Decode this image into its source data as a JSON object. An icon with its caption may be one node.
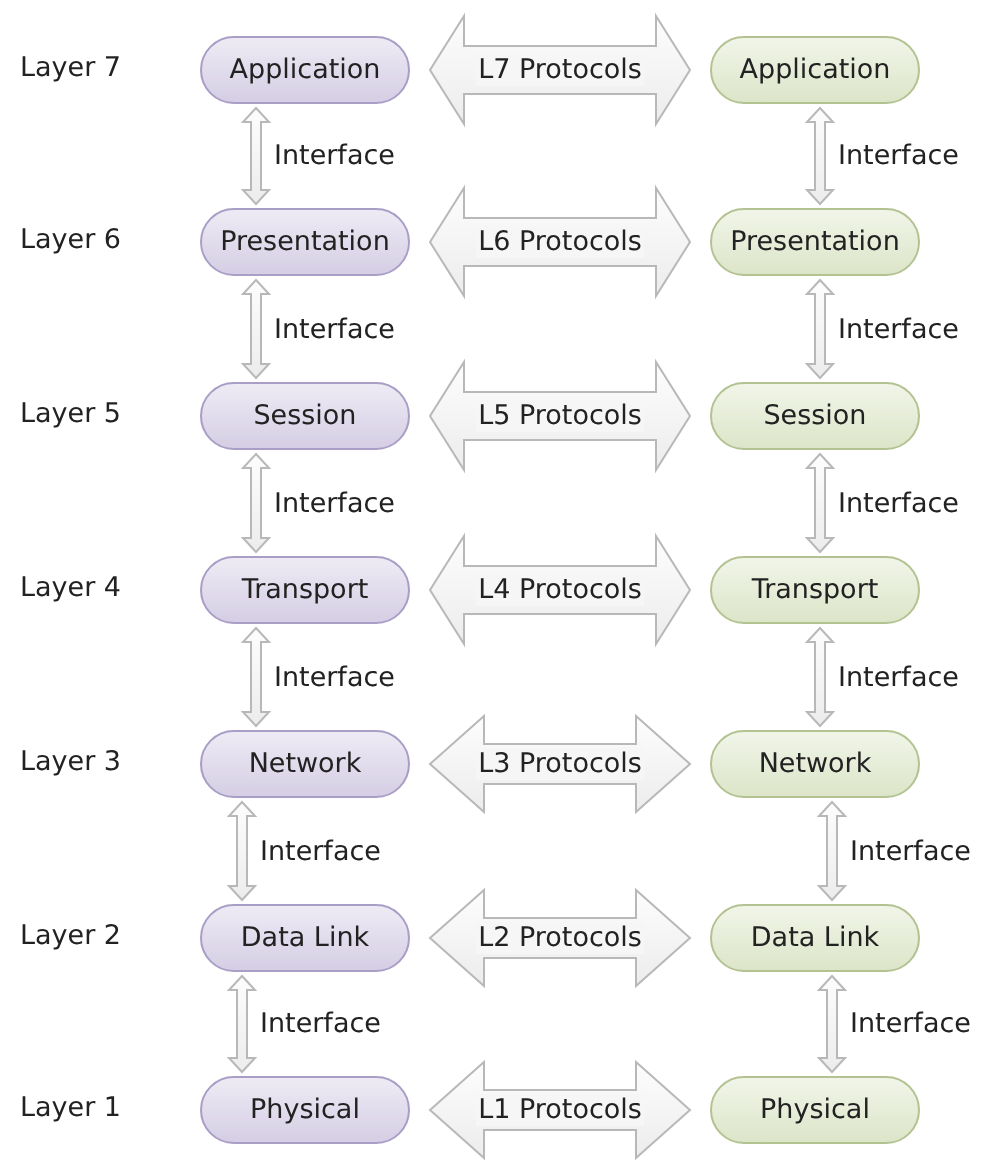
{
  "diagram": {
    "nodes": [
      {
        "text": [
          "Application"
        ]
      },
      {
        "text": [
          "Application"
        ]
      },
      {
        "text": [
          "Presentation"
        ]
      },
      {
        "text": [
          "Presentation"
        ]
      },
      {
        "text": [
          "Session"
        ]
      },
      {
        "text": [
          "Session"
        ]
      },
      {
        "text": [
          "Transport"
        ]
      },
      {
        "text": [
          "Transport"
        ]
      },
      {
        "text": [
          "Network"
        ]
      },
      {
        "text": [
          "Network"
        ]
      },
      {
        "text": [
          "Data Link"
        ]
      },
      {
        "text": [
          "Data Link"
        ]
      },
      {
        "text": [
          "Physical"
        ]
      },
      {
        "text": [
          "Physical"
        ]
      }
    ],
    "edges": [
      {
        "from": 0,
        "to": 1,
        "arrow": "both",
        "label": "L7 Protocols"
      },
      {
        "from": 2,
        "to": 3,
        "arrow": "both",
        "label": "L6 Protocols"
      },
      {
        "from": 4,
        "to": 5,
        "arrow": "both",
        "label": "L5 Protocols"
      },
      {
        "from": 6,
        "to": 7,
        "arrow": "both",
        "label": "L4 Protocols"
      },
      {
        "from": 8,
        "to": 9,
        "arrow": "both",
        "label": "L3 Protocols"
      },
      {
        "from": 10,
        "to": 11,
        "arrow": "both",
        "label": "L2 Protocols"
      },
      {
        "from": 12,
        "to": 13,
        "arrow": "both",
        "label": "L1 Protocols"
      },
      {
        "from": 0,
        "to": 2,
        "arrow": "both",
        "label": "Interface"
      },
      {
        "from": 1,
        "to": 3,
        "arrow": "both",
        "label": "Interface"
      },
      {
        "from": 2,
        "to": 4,
        "arrow": "both",
        "label": "Interface"
      },
      {
        "from": 3,
        "to": 5,
        "arrow": "both",
        "label": "Interface"
      },
      {
        "from": 4,
        "to": 6,
        "arrow": "both",
        "label": "Interface"
      },
      {
        "from": 5,
        "to": 7,
        "arrow": "both",
        "label": "Interface"
      },
      {
        "from": 6,
        "to": 8,
        "arrow": "both",
        "label": "Interface"
      },
      {
        "from": 7,
        "to": 9,
        "arrow": "both",
        "label": "Interface"
      },
      {
        "from": 8,
        "to": 10,
        "arrow": "both",
        "label": "Interface"
      },
      {
        "from": 9,
        "to": 11,
        "arrow": "both",
        "label": "Interface"
      },
      {
        "from": 10,
        "to": 12,
        "arrow": "both",
        "label": "Interface"
      },
      {
        "from": 11,
        "to": 13,
        "arrow": "both",
        "label": "Interface"
      }
    ],
    "labels": [
      "Layer 7",
      "Layer 6",
      "Layer 5",
      "Layer 4",
      "Layer 3",
      "Layer 2",
      "Layer 1"
    ]
  }
}
